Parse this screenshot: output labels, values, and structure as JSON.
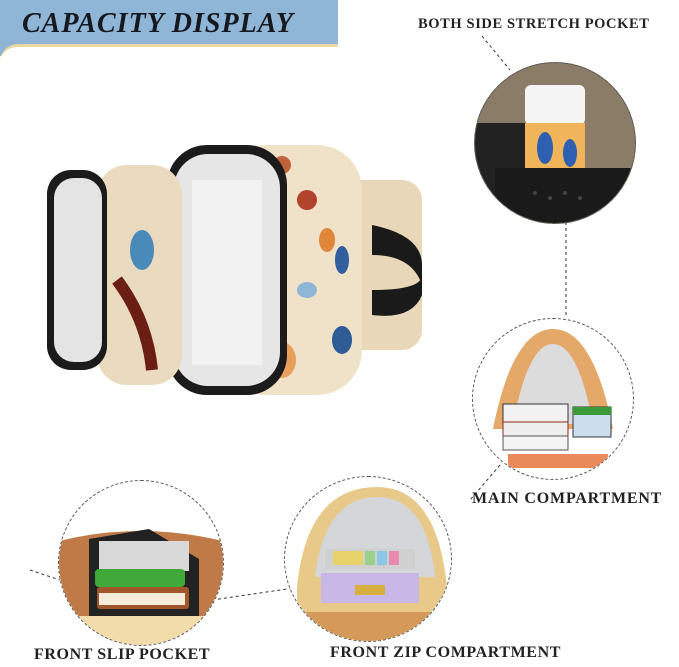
{
  "banner": {
    "title": "CAPACITY DISPLAY",
    "bg_color": "#8fb6d6",
    "accent_color": "#ead8a0"
  },
  "callouts": [
    {
      "id": "side-pocket",
      "label": "BOTH SIDE STRETCH POCKET"
    },
    {
      "id": "main-compartment",
      "label": "MAIN COMPARTMENT"
    },
    {
      "id": "front-slip-pocket",
      "label": "FRONT SLIP POCKET"
    },
    {
      "id": "front-zip-compartment",
      "label": "FRONT ZIP COMPARTMENT"
    }
  ]
}
